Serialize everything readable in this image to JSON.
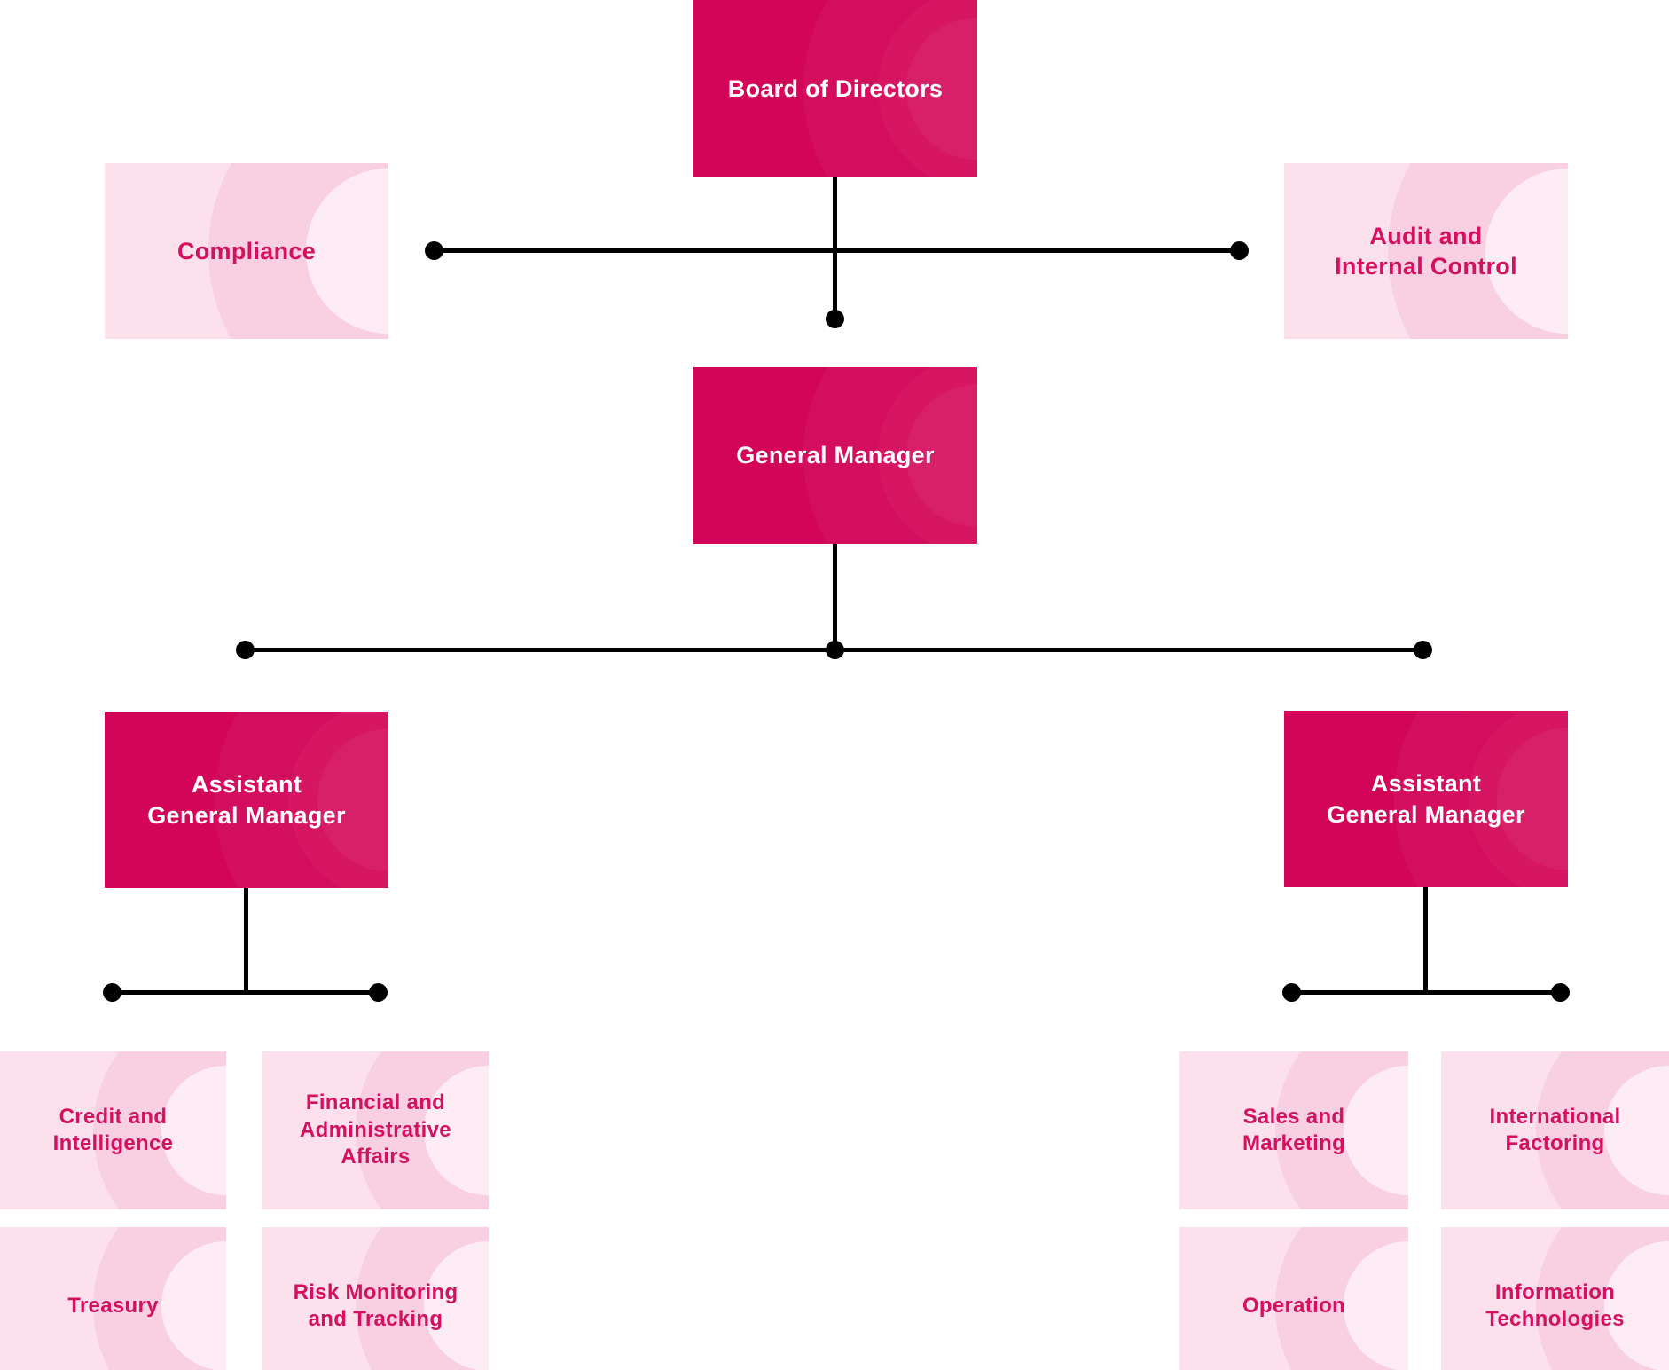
{
  "palette": {
    "solid_box": "#D30558",
    "tint_box_base": "#FCE1ED",
    "tint_box_band": "#F9CFE2",
    "tint_box_inner": "#FDECF4",
    "text_on_solid": "#FFFFFF",
    "text_on_tint": "#D3115E",
    "connector": "#000000"
  },
  "nodes": {
    "board": {
      "label": "Board of Directors"
    },
    "compliance": {
      "label": "Compliance"
    },
    "audit": {
      "label": "Audit and\nInternal Control"
    },
    "general_manager": {
      "label": "General Manager"
    },
    "agm_left": {
      "label": "Assistant\nGeneral Manager"
    },
    "agm_right": {
      "label": "Assistant\nGeneral Manager"
    },
    "credit": {
      "label": "Credit and\nIntelligence"
    },
    "financial": {
      "label": "Financial and\nAdministrative\nAffairs"
    },
    "treasury": {
      "label": "Treasury"
    },
    "risk": {
      "label": "Risk Monitoring\nand Tracking"
    },
    "sales": {
      "label": "Sales and\nMarketing"
    },
    "international": {
      "label": "International\nFactoring"
    },
    "operation": {
      "label": "Operation"
    },
    "it": {
      "label": "Information\nTechnologies"
    }
  }
}
